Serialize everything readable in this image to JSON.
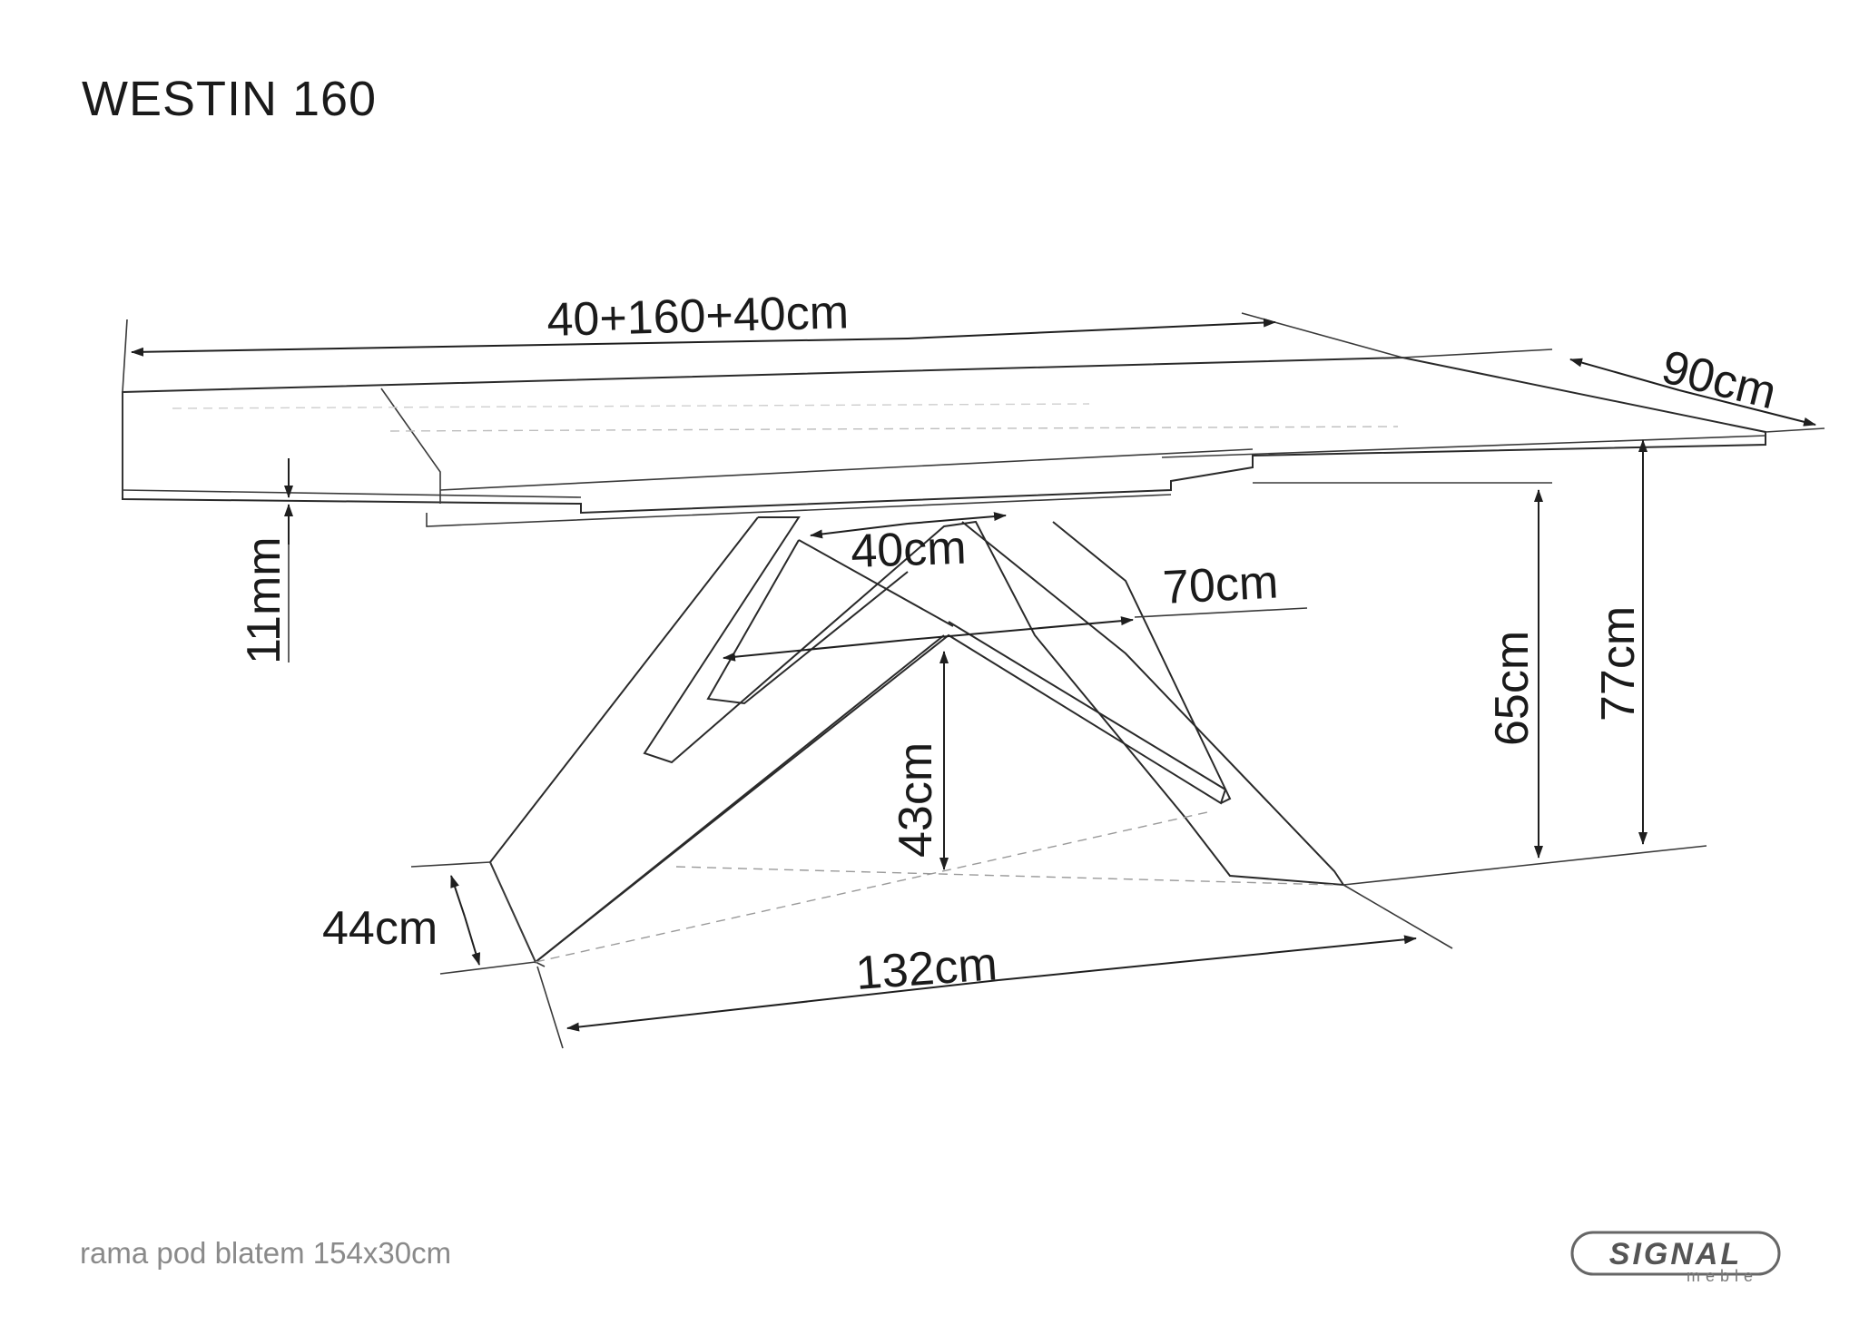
{
  "title": "WESTIN 160",
  "dimensions": {
    "length": "40+160+40cm",
    "width": "90cm",
    "top_thickness": "11mm",
    "cross_span": "40cm",
    "leg_depth_top": "70cm",
    "cross_height": "43cm",
    "clearance": "65cm",
    "total_height": "77cm",
    "foot_depth": "44cm",
    "leg_span": "132cm"
  },
  "footnote": "rama pod blatem 154x30cm",
  "brand": {
    "name": "SIGNAL",
    "sub": "meble"
  }
}
